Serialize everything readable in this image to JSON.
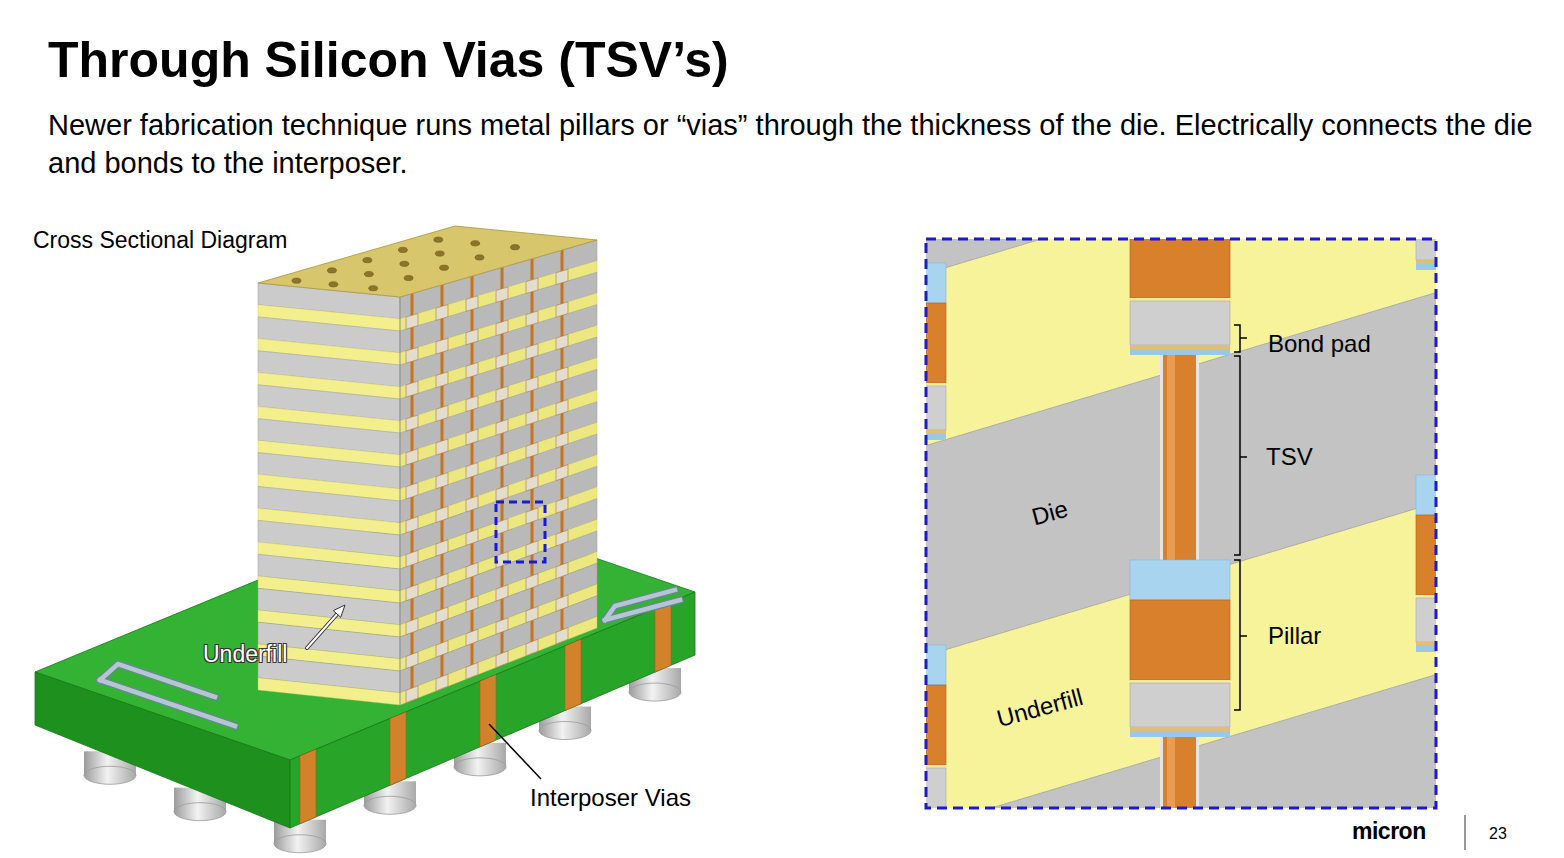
{
  "diagram": {
    "title": "Through Silicon Vias (TSV’s)",
    "labels": [
      "Newer fabrication technique runs metal pillars or “vias” through the thickness of the die. Electrically connects the die and bonds to the interposer.",
      "Cross Sectional Diagram",
      "Underfill",
      "Interposer Vias",
      "Bond pad",
      "TSV",
      "Die",
      "Pillar",
      "Underfill",
      "micron",
      "23"
    ]
  }
}
